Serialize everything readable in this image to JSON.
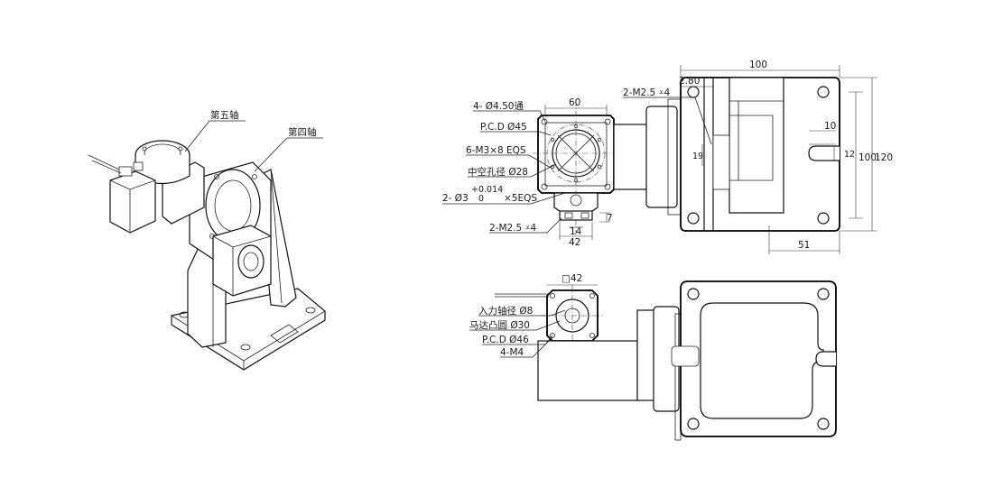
{
  "iso_view": {
    "label_axis5": "第五轴",
    "label_axis4": "第四轴"
  },
  "front_view": {
    "holes_callout": "4- Ø4.50通",
    "width_60": "60",
    "pcd45": "P.C.D Ø45",
    "m3_callout": "6-M3×8 EQS",
    "hollow_bore": "中空孔径 Ø28",
    "tol_upper": "+0.014",
    "tol_lower": "0",
    "pin_callout_prefix": "2- Ø3",
    "pin_callout_suffix": "×5EQS",
    "m25_bottom": "2-M2.5 ⩡4",
    "dim_14": "14",
    "dim_42": "42",
    "dim_7": "7"
  },
  "side_view": {
    "dim_100_top": "100",
    "dim_280": "2.80",
    "m25_top": "2-M2.5 ⩡4",
    "dim_10": "10",
    "dim_12": "12",
    "dim_19": "19",
    "dim_100_right": "100",
    "dim_120": "120",
    "dim_51": "51"
  },
  "bottom_view": {
    "square_42": "□42",
    "input_shaft": "入力轴径 Ø8",
    "motor_boss": "马达凸圆 Ø30",
    "pcd46": "P.C.D Ø46",
    "m4": "4-M4"
  }
}
